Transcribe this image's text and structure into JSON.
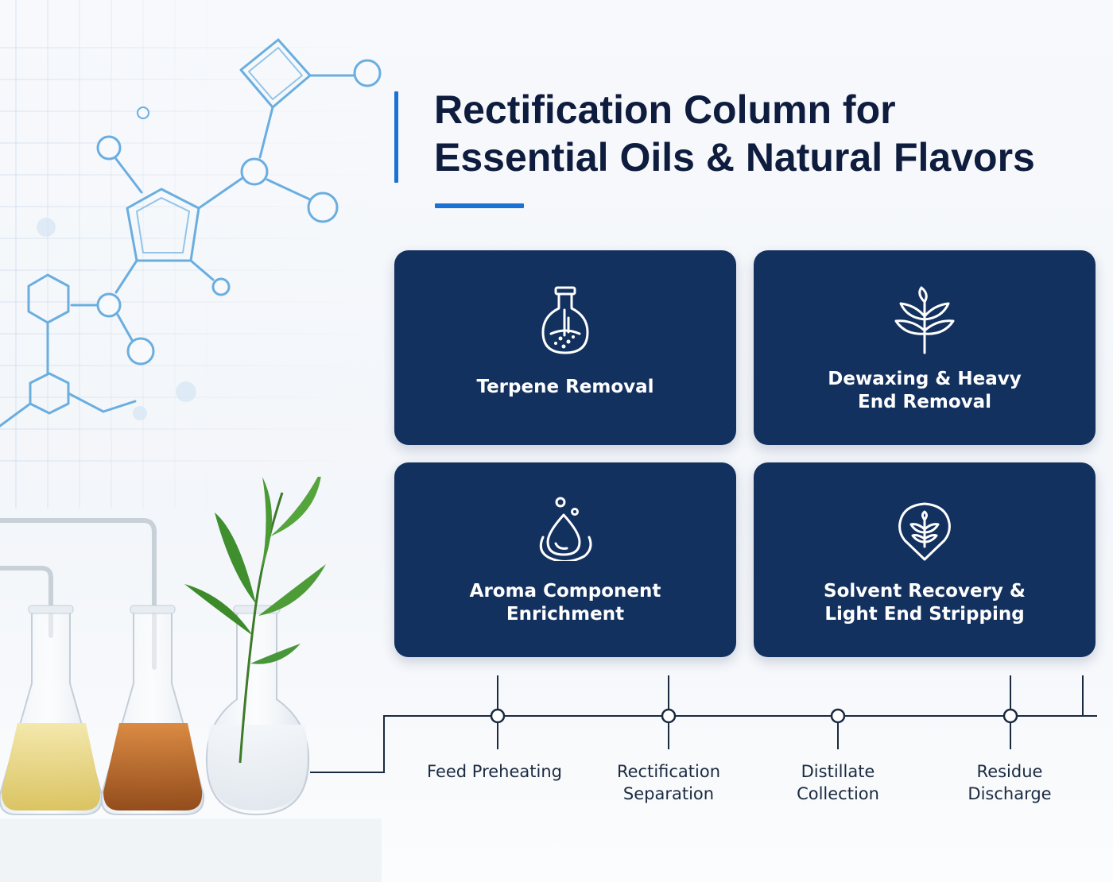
{
  "title": {
    "line1": "Rectification Column for",
    "line2": "Essential Oils & Natural Flavors"
  },
  "cards": [
    {
      "icon": "flask-icon",
      "lines": [
        "Terpene Removal"
      ]
    },
    {
      "icon": "leaf-icon",
      "lines": [
        "Dewaxing & Heavy",
        "End Removal"
      ]
    },
    {
      "icon": "droplet-icon",
      "lines": [
        "Aroma Component",
        "Enrichment"
      ]
    },
    {
      "icon": "shield-leaf-icon",
      "lines": [
        "Solvent Recovery &",
        "Light End Stripping"
      ]
    }
  ],
  "process_steps": [
    {
      "lines": [
        "Feed Preheating"
      ]
    },
    {
      "lines": [
        "Rectification",
        "Separation"
      ]
    },
    {
      "lines": [
        "Distillate",
        "Collection"
      ]
    },
    {
      "lines": [
        "Residue",
        "Discharge"
      ]
    }
  ],
  "colors": {
    "accent": "#1a73d4",
    "card_bg": "#13315f",
    "title_text": "#0e1c3d",
    "molecule": "#6aaee0"
  }
}
